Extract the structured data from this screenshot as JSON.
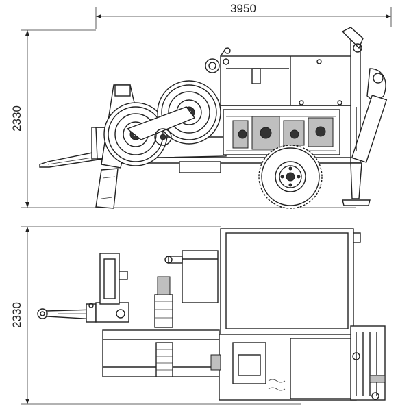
{
  "dimensions": {
    "overall_length": "3950",
    "side_view_height": "2330",
    "top_view_height": "2330"
  }
}
